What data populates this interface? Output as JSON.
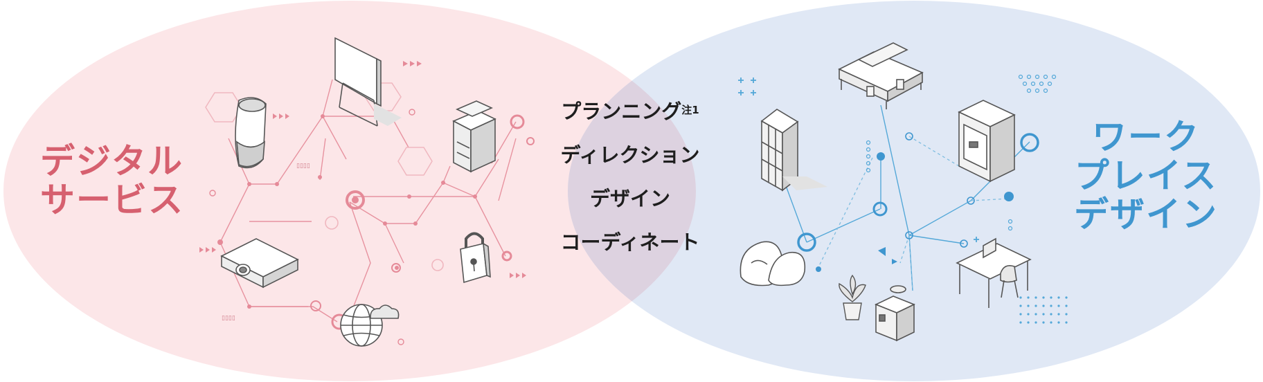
{
  "left_circle": {
    "lines": [
      "デジタル",
      "サービス"
    ],
    "color": "#d6606f",
    "fill": "#fce6e8"
  },
  "right_circle": {
    "lines": [
      "ワーク",
      "プレイス",
      "デザイン"
    ],
    "color": "#3f96cf",
    "fill": "#e0e8f5"
  },
  "overlap": {
    "fill": "#ddd2e0",
    "items": [
      {
        "text": "プランニング",
        "note": "注1"
      },
      {
        "text": "ディレクション",
        "note": ""
      },
      {
        "text": "デザイン",
        "note": ""
      },
      {
        "text": "コーディネート",
        "note": ""
      }
    ]
  },
  "icons": {
    "left": [
      "smart-speaker-icon",
      "whiteboard-icon",
      "multifunction-printer-icon",
      "projector-icon",
      "padlock-icon",
      "globe-cloud-icon"
    ],
    "right": [
      "locker-icon",
      "office-desks-icon",
      "booth-pod-icon",
      "beanbag-sofa-icon",
      "potted-plant-icon",
      "water-server-icon",
      "workstation-desk-icon"
    ]
  }
}
